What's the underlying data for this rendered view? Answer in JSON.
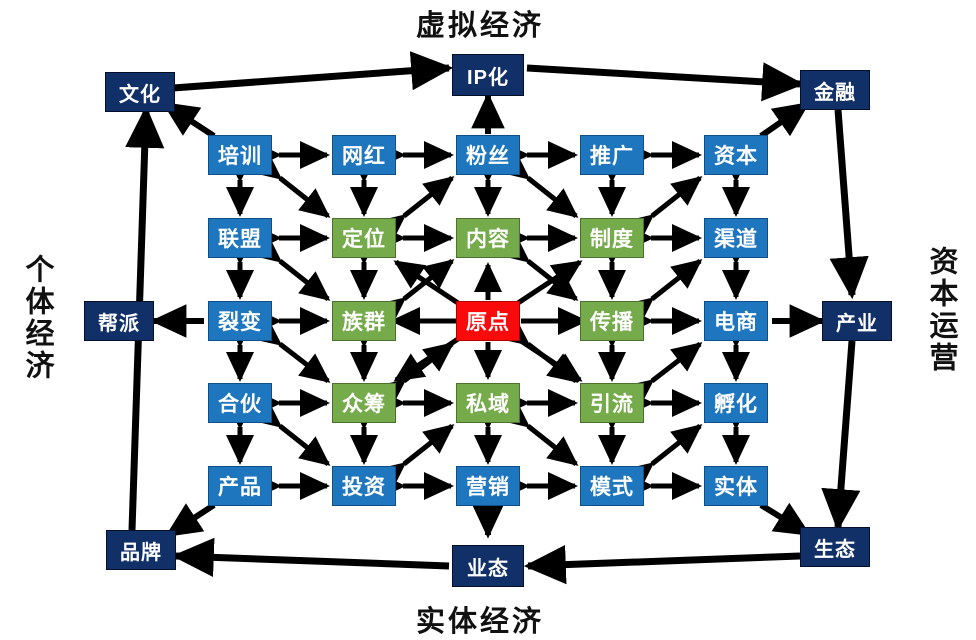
{
  "diagram": {
    "title_top": "虚拟经济",
    "title_bottom": "实体经济",
    "title_left": "个体经济",
    "title_right": "资本运营",
    "colors": {
      "blue": "#1e76bf",
      "green": "#76ab4b",
      "red": "#fa0a0a",
      "navy": "#123068",
      "arrow": "#000000",
      "background": "#ffffff"
    },
    "grid": {
      "rows": [
        {
          "cells": [
            {
              "label": "培训",
              "color": "blue"
            },
            {
              "label": "网红",
              "color": "blue"
            },
            {
              "label": "粉丝",
              "color": "blue"
            },
            {
              "label": "推广",
              "color": "blue"
            },
            {
              "label": "资本",
              "color": "blue"
            }
          ]
        },
        {
          "cells": [
            {
              "label": "联盟",
              "color": "blue"
            },
            {
              "label": "定位",
              "color": "green"
            },
            {
              "label": "内容",
              "color": "green"
            },
            {
              "label": "制度",
              "color": "green"
            },
            {
              "label": "渠道",
              "color": "blue"
            }
          ]
        },
        {
          "cells": [
            {
              "label": "裂变",
              "color": "blue"
            },
            {
              "label": "族群",
              "color": "green"
            },
            {
              "label": "原点",
              "color": "red"
            },
            {
              "label": "传播",
              "color": "green"
            },
            {
              "label": "电商",
              "color": "blue"
            }
          ]
        },
        {
          "cells": [
            {
              "label": "合伙",
              "color": "blue"
            },
            {
              "label": "众筹",
              "color": "green"
            },
            {
              "label": "私域",
              "color": "green"
            },
            {
              "label": "引流",
              "color": "green"
            },
            {
              "label": "孵化",
              "color": "blue"
            }
          ]
        },
        {
          "cells": [
            {
              "label": "产品",
              "color": "blue"
            },
            {
              "label": "投资",
              "color": "blue"
            },
            {
              "label": "营销",
              "color": "blue"
            },
            {
              "label": "模式",
              "color": "blue"
            },
            {
              "label": "实体",
              "color": "blue"
            }
          ]
        }
      ]
    },
    "outer_nodes": [
      {
        "id": "ip",
        "label": "IP化",
        "color": "navy"
      },
      {
        "id": "culture",
        "label": "文化",
        "color": "navy"
      },
      {
        "id": "finance",
        "label": "金融",
        "color": "navy"
      },
      {
        "id": "gang",
        "label": "帮派",
        "color": "navy"
      },
      {
        "id": "industry",
        "label": "产业",
        "color": "navy"
      },
      {
        "id": "brand",
        "label": "品牌",
        "color": "navy"
      },
      {
        "id": "ecology",
        "label": "生态",
        "color": "navy"
      },
      {
        "id": "format",
        "label": "业态",
        "color": "navy"
      }
    ]
  }
}
